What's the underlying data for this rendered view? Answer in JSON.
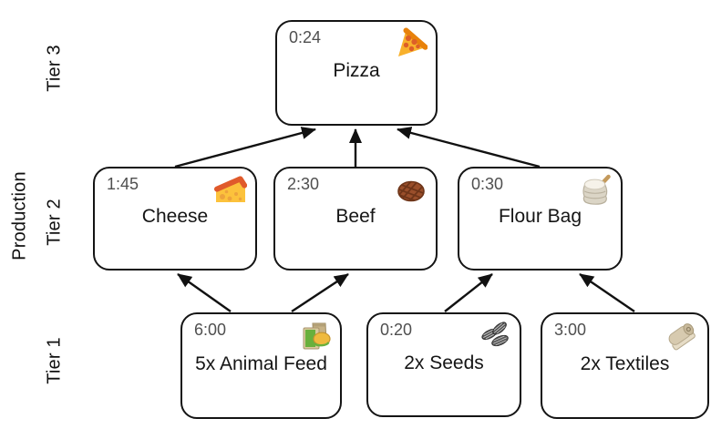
{
  "diagram": {
    "axis_label": "Production",
    "tier_labels": [
      "Tier 3",
      "Tier 2",
      "Tier 1"
    ],
    "nodes": [
      {
        "id": "pizza",
        "tier": 3,
        "time": "0:24",
        "label": "Pizza",
        "icon": "pizza-icon"
      },
      {
        "id": "cheese",
        "tier": 2,
        "time": "1:45",
        "label": "Cheese",
        "icon": "cheese-icon"
      },
      {
        "id": "beef",
        "tier": 2,
        "time": "2:30",
        "label": "Beef",
        "icon": "steak-icon"
      },
      {
        "id": "flour-bag",
        "tier": 2,
        "time": "0:30",
        "label": "Flour Bag",
        "icon": "flour-bag-icon"
      },
      {
        "id": "animal-feed",
        "tier": 1,
        "time": "6:00",
        "label": "5x Animal Feed",
        "icon": "animal-feed-icon"
      },
      {
        "id": "seeds",
        "tier": 1,
        "time": "0:20",
        "label": "2x Seeds",
        "icon": "seeds-icon"
      },
      {
        "id": "textiles",
        "tier": 1,
        "time": "3:00",
        "label": "2x Textiles",
        "icon": "textiles-icon"
      }
    ],
    "edges": [
      {
        "from": "cheese",
        "to": "pizza"
      },
      {
        "from": "beef",
        "to": "pizza"
      },
      {
        "from": "flour-bag",
        "to": "pizza"
      },
      {
        "from": "animal-feed",
        "to": "cheese"
      },
      {
        "from": "animal-feed",
        "to": "beef"
      },
      {
        "from": "seeds",
        "to": "flour-bag"
      },
      {
        "from": "textiles",
        "to": "flour-bag"
      }
    ],
    "colors": {
      "background": "#ffffff",
      "node_border": "#141414",
      "time_text": "#4f4f4f",
      "label_text": "#151515",
      "arrow": "#111111"
    }
  }
}
